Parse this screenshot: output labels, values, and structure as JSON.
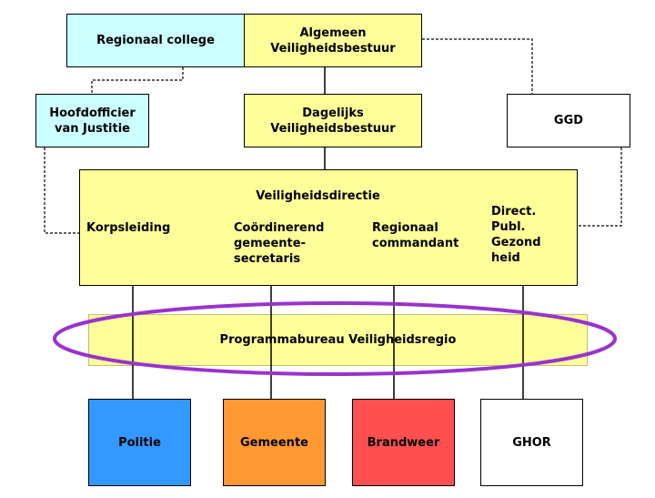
{
  "boxes": {
    "regionaal_college": "Regionaal college",
    "algemeen_veiligheidsbestuur": "Algemeen\nVeiligheidsbestuur",
    "hoofdofficier": "Hoofdofficier\nvan Justitie",
    "dagelijks_veiligheidsbestuur": "Dagelijks\nVeiligheidsbestuur",
    "ggd": "GGD"
  },
  "directie": {
    "title": "Veiligheidsdirectie",
    "korpsleiding": "Korpsleiding",
    "coordinerend": "Coördinerend\ngemeente-\nsecretaris",
    "regionaal_commandant": "Regionaal\ncommandant",
    "direct_publ": "Direct.\nPubl.\nGezond\nheid"
  },
  "programmabureau": "Programmabureau Veiligheidsregio",
  "bottom": [
    {
      "label": "Politie",
      "color": "#3399ff"
    },
    {
      "label": "Gemeente",
      "color": "#ff9933"
    },
    {
      "label": "Brandweer",
      "color": "#ff5050"
    },
    {
      "label": "GHOR",
      "color": "#ffffff"
    }
  ],
  "colors": {
    "box_yellow": "#ffff99",
    "box_cyan": "#ccffff",
    "ellipse_purple": "#9933cc"
  }
}
